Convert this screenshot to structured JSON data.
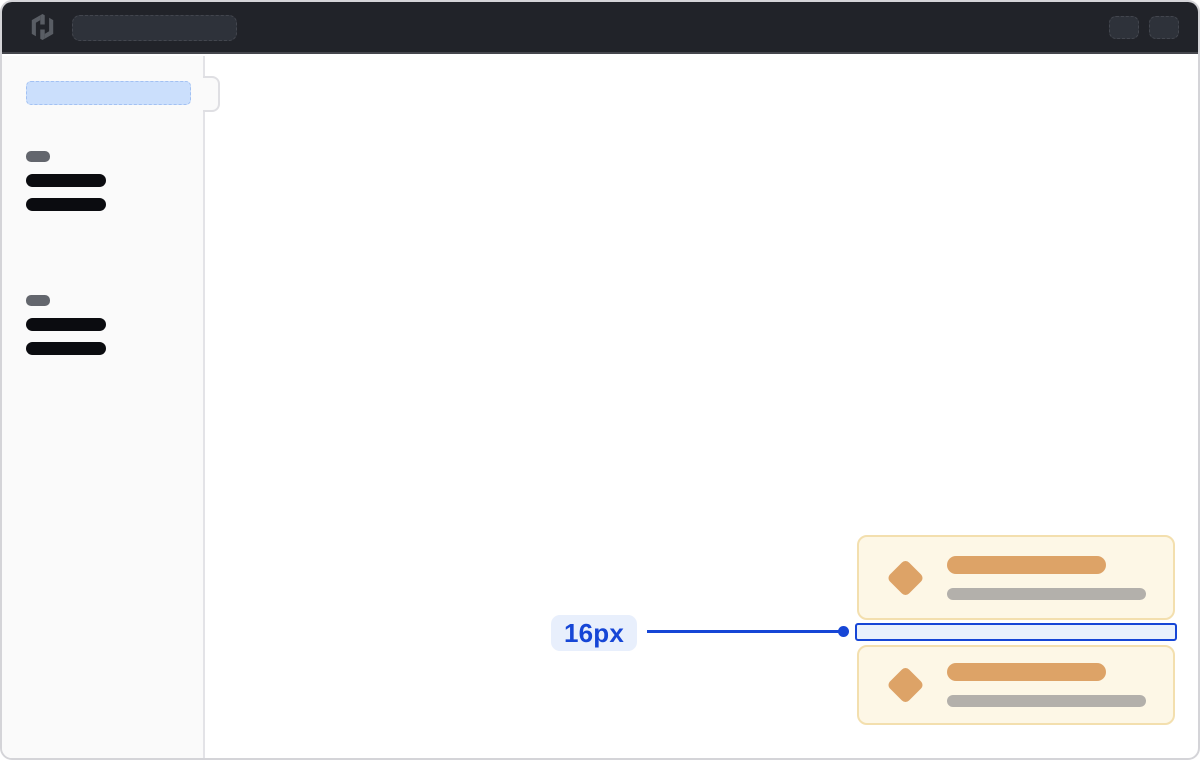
{
  "navbar": {
    "logo_icon": "hashicorp-logo-icon",
    "search": {
      "type": "skeleton"
    },
    "actions": [
      {
        "type": "skeleton"
      },
      {
        "type": "skeleton"
      }
    ]
  },
  "sidebar": {
    "active_item": {
      "type": "skeleton",
      "highlighted": true
    },
    "toggle_notch": true,
    "groups": [
      {
        "label": {
          "type": "skeleton"
        },
        "items": [
          {
            "type": "skeleton"
          },
          {
            "type": "skeleton"
          }
        ]
      },
      {
        "label": {
          "type": "skeleton"
        },
        "items": [
          {
            "type": "skeleton"
          },
          {
            "type": "skeleton"
          }
        ]
      }
    ]
  },
  "main": {
    "cards": [
      {
        "icon": "diamond-icon",
        "title": {
          "type": "skeleton"
        },
        "subtitle": {
          "type": "skeleton"
        }
      },
      {
        "icon": "diamond-icon",
        "title": {
          "type": "skeleton"
        },
        "subtitle": {
          "type": "skeleton"
        }
      }
    ],
    "annotation": {
      "label": "16px"
    }
  },
  "colors": {
    "window_border": "#d4d4d8",
    "navbar_bg": "#212329",
    "navbar_border": "#45474d",
    "navbar_skeleton": "#2e323a",
    "logo_gray": "#595d64",
    "sidebar_bg": "#fafafa",
    "sidebar_border": "#e3e3e7",
    "sidebar_active": "#cbdffc",
    "sidebar_label": "#63666d",
    "sidebar_item": "#0b0c10",
    "card_bg": "#fdf7e6",
    "card_border": "#f3dfae",
    "card_accent": "#dda367",
    "card_muted": "#b3b0ab",
    "accent_blue": "#1646d6",
    "annotation_label_bg": "#e8effc",
    "gap_fill": "#e9f1fc"
  }
}
